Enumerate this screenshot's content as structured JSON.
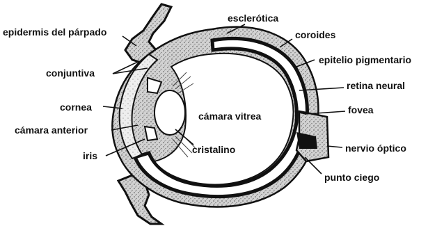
{
  "labels": {
    "eyelid_epidermis": "epidermis del párpado",
    "sclera": "esclerótica",
    "choroid": "coroides",
    "pigment_epithelium": "epitelio pigmentario",
    "conjunctiva": "conjuntiva",
    "neural_retina": "retina neural",
    "cornea": "cornea",
    "vitreous_chamber": "cámara vitrea",
    "fovea": "fovea",
    "anterior_chamber": "cámara anterior",
    "iris": "iris",
    "lens": "cristalino",
    "optic_nerve": "nervio óptico",
    "blind_spot": "punto ciego"
  },
  "colors": {
    "ink": "#111111",
    "stipple": "#8a8a8a",
    "paper": "#ffffff"
  }
}
